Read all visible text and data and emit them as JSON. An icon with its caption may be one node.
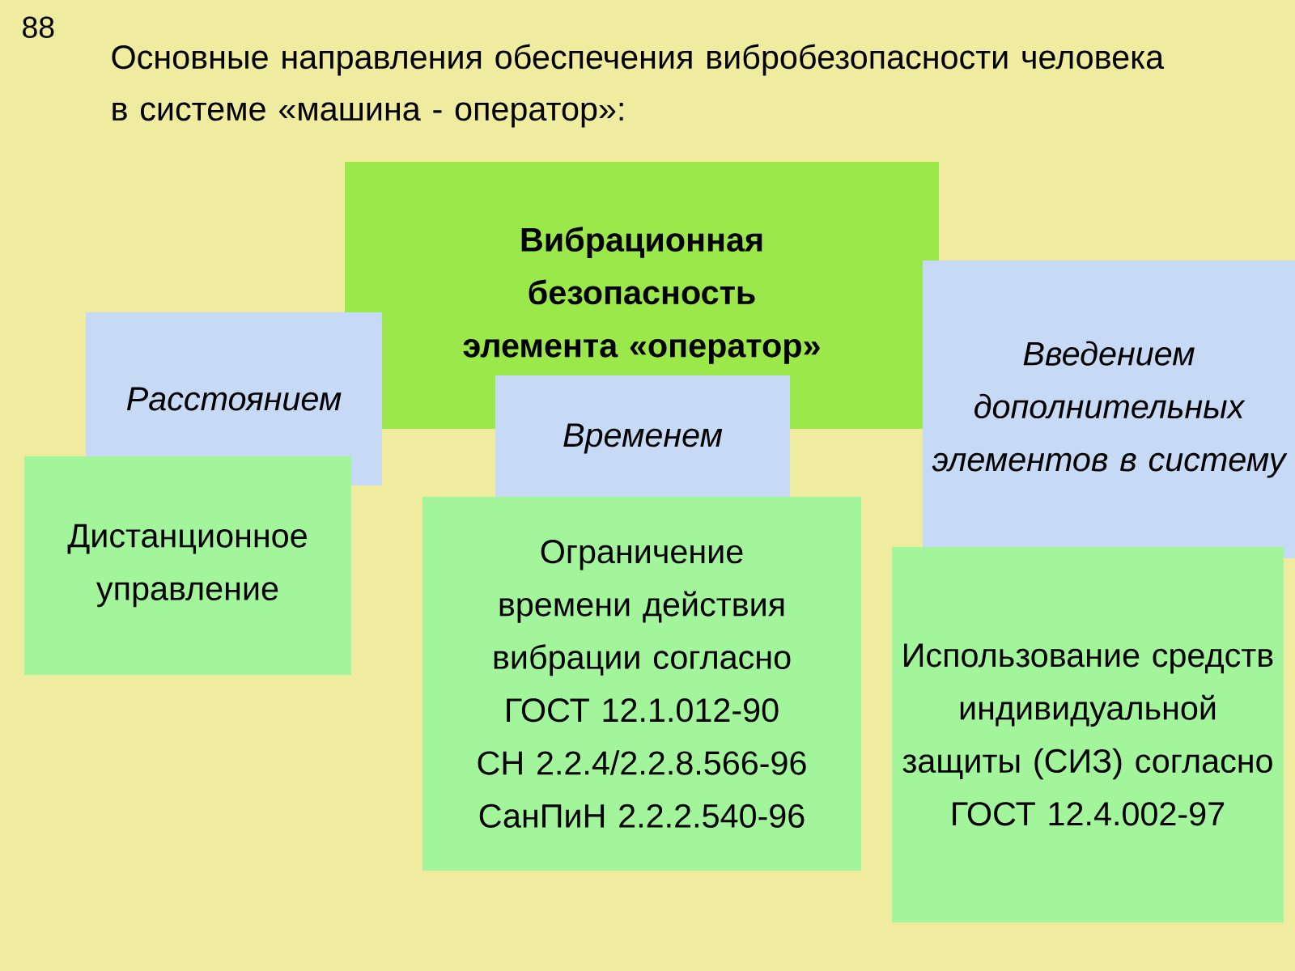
{
  "diagram": {
    "title": "Основные направления обеспечения вибробезопасности человека в системе «машина - оператор»:",
    "nodes": [
      {
        "text": [
          "Вибрационная безопасность элемента «оператор»"
        ]
      },
      {
        "text": [
          "Расстоянием"
        ]
      },
      {
        "text": [
          "Дистанционное управление"
        ]
      },
      {
        "text": [
          "Временем"
        ]
      },
      {
        "text": [
          "Ограничение времени действия вибрации согласно",
          "ГОСТ 12.1.012-90",
          "СН 2.2.4/2.2.8.566-96",
          "СанПиН 2.2.2.540-96"
        ]
      },
      {
        "text": [
          "Введением дополнительных элементов в систему"
        ]
      },
      {
        "text": [
          "Использование средств индивидуальной защиты (СИЗ) согласно",
          "ГОСТ 12.4.002-97"
        ]
      }
    ],
    "labels": [
      "88"
    ]
  }
}
